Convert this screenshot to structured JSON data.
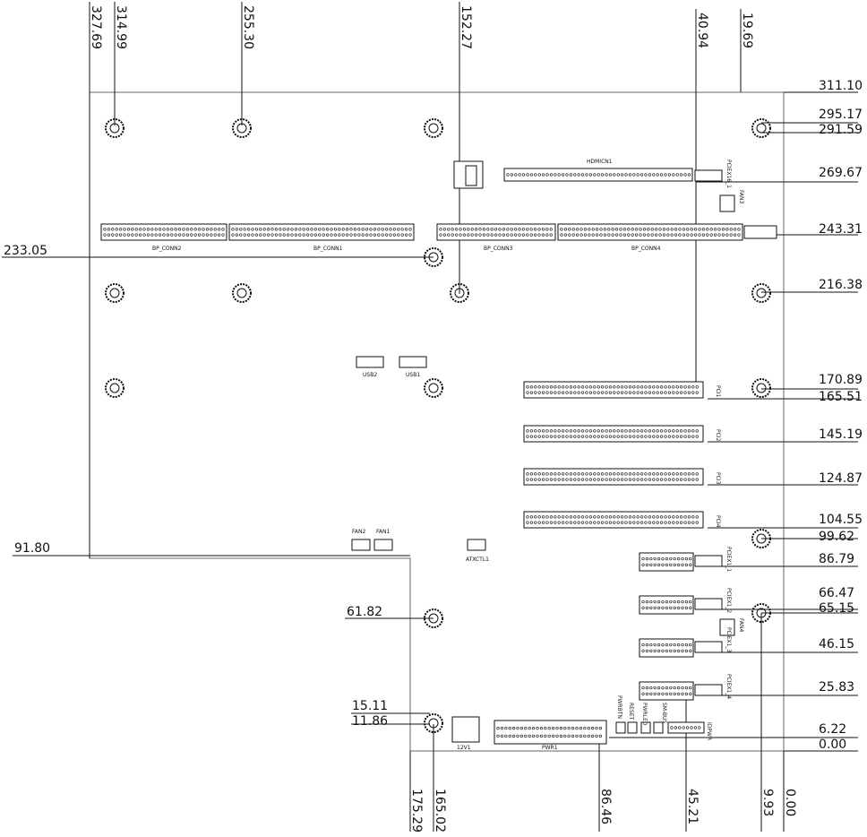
{
  "drawing": {
    "title": "",
    "top_dimensions": [
      "327.69",
      "314.99",
      "255.30",
      "152.27",
      "40.94",
      "19.69"
    ],
    "right_dimensions": [
      "311.10",
      "295.17",
      "291.59",
      "269.67",
      "243.31",
      "216.38",
      "170.89",
      "165.51",
      "145.19",
      "124.87",
      "104.55",
      "99.62",
      "86.79",
      "66.47",
      "65.15",
      "46.15",
      "25.83",
      "6.22",
      "0.00"
    ],
    "left_dimensions": [
      "233.05",
      "91.80",
      "61.82",
      "15.11",
      "11.86"
    ],
    "bottom_dimensions": [
      "175.29",
      "165.02",
      "86.46",
      "45.21",
      "9.93",
      "0.00"
    ],
    "connector_labels": {
      "bp_conn1": "BP_CONN1",
      "bp_conn2": "BP_CONN2",
      "bp_conn3": "BP_CONN3",
      "bp_conn4": "BP_CONN4",
      "hdmi": "HDMICN1",
      "pciex16": "PCIEX16_1",
      "fan3": "FAN3",
      "usb1": "USB1",
      "usb2": "USB2",
      "pci1": "PCI1",
      "pci2": "PCI2",
      "pci3": "PCI3",
      "pci4": "PCI4",
      "pciex1_1": "PCIEX1_1",
      "pciex1_2": "PCIEX1_2",
      "pciex1_3": "PCIEX1_3",
      "pciex1_4": "PCIEX1_4",
      "fan4": "FAN4",
      "fan1": "FAN1",
      "fan2": "FAN2",
      "atxctl1": "ATXCTL1",
      "pwr1": "PWR1",
      "v12": "12V1",
      "pwrbtn": "PWRBTN",
      "reset": "RESET",
      "pwrled": "PWRLED",
      "smbus": "SM-BUS",
      "idpwr": "IDPWR"
    }
  }
}
